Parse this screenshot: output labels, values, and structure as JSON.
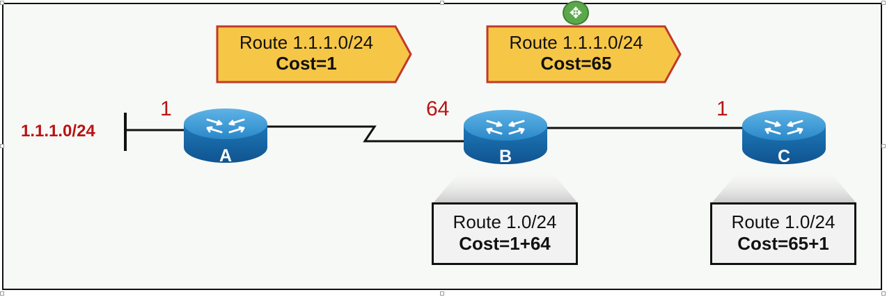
{
  "network": {
    "label": "1.1.1.0/24"
  },
  "links": {
    "a_cost": "1",
    "ab_cost": "64",
    "bc_cost": "1"
  },
  "routers": [
    {
      "id": "A",
      "letter": "A"
    },
    {
      "id": "B",
      "letter": "B"
    },
    {
      "id": "C",
      "letter": "C"
    }
  ],
  "advertisements": [
    {
      "line1": "Route 1.1.1.0/24",
      "line2": "Cost=1"
    },
    {
      "line1": "Route 1.1.1.0/24",
      "line2": "Cost=65"
    }
  ],
  "route_boxes": [
    {
      "line1": "Route 1.0/24",
      "line2": "Cost=1+64"
    },
    {
      "line1": "Route 1.0/24",
      "line2": "Cost=65+1"
    }
  ],
  "colors": {
    "cost_red": "#b81414",
    "arrow_fill": "#f6c646",
    "arrow_border": "#c0392b",
    "router_blue": "#1f7fc0"
  },
  "icons": {
    "move_handle": "move-icon"
  }
}
